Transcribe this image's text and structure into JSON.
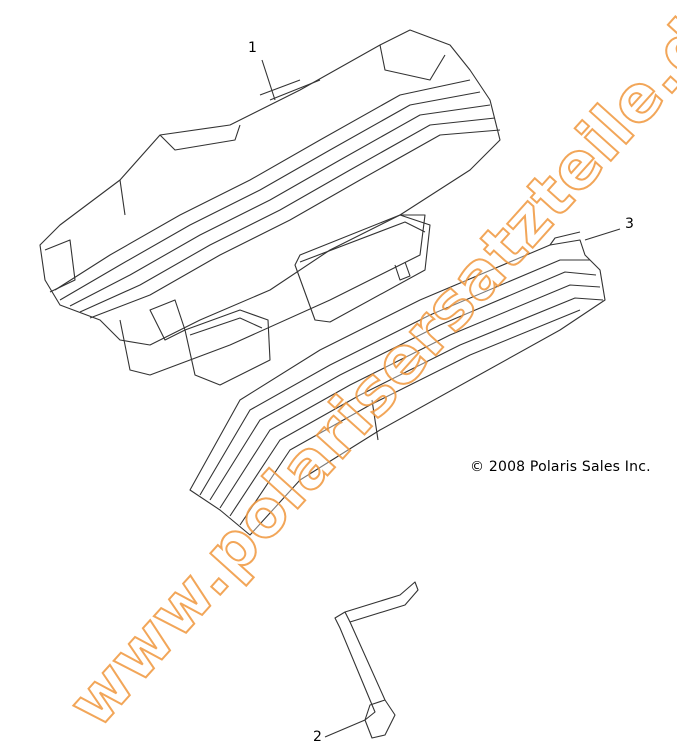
{
  "callouts": [
    "1",
    "2",
    "3"
  ],
  "copyright": "© 2008 Polaris Sales Inc.",
  "watermark": "www.polarisersatzteile.de",
  "colors": {
    "line": "#333333",
    "watermark": "#f0963c"
  }
}
